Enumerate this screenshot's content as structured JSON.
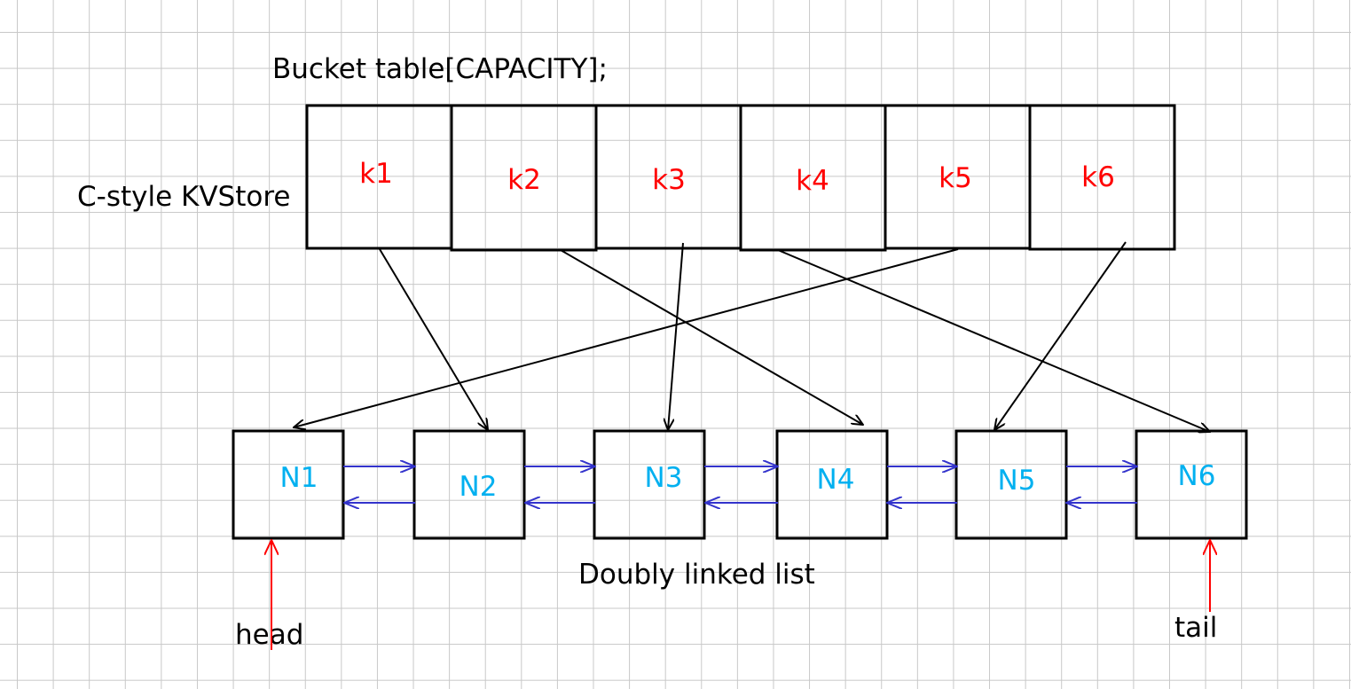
{
  "labels": {
    "table_decl": "Bucket table[CAPACITY];",
    "store_name": "C-style KVStore",
    "list_name": "Doubly linked list",
    "head": "head",
    "tail": "tail"
  },
  "buckets": [
    "k1",
    "k2",
    "k3",
    "k4",
    "k5",
    "k6"
  ],
  "nodes": [
    "N1",
    "N2",
    "N3",
    "N4",
    "N5",
    "N6"
  ],
  "mapping": [
    {
      "from": "k1",
      "to": "N2"
    },
    {
      "from": "k2",
      "to": "N4"
    },
    {
      "from": "k3",
      "to": "N3"
    },
    {
      "from": "k4",
      "to": "N6"
    },
    {
      "from": "k5",
      "to": "N1"
    },
    {
      "from": "k6",
      "to": "N5"
    }
  ],
  "colors": {
    "key_text": "#ff0000",
    "node_text": "#00b0f0",
    "list_links": "#3333cc",
    "head_tail_arrows": "#ff0000",
    "grid": "#c8c8c8"
  }
}
